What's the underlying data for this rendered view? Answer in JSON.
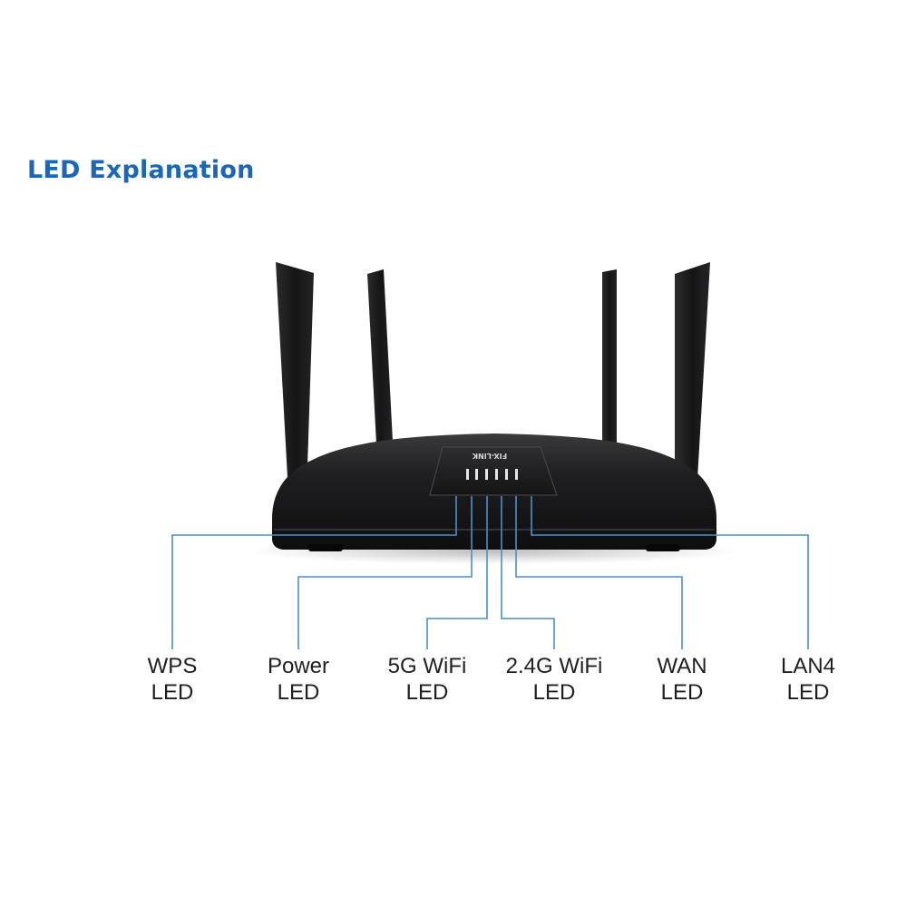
{
  "title": "LED Explanation",
  "brand": "FIX-LINK",
  "colors": {
    "title": "#1a66b8",
    "leader_lines": "#4a8fd0",
    "router_body": "#1c1c1e",
    "label_text": "#1f1f1f"
  },
  "leds": [
    {
      "line1": "WPS",
      "line2": "LED"
    },
    {
      "line1": "Power",
      "line2": "LED"
    },
    {
      "line1": "5G WiFi",
      "line2": "LED"
    },
    {
      "line1": "2.4G WiFi",
      "line2": "LED"
    },
    {
      "line1": "WAN",
      "line2": "LED"
    },
    {
      "line1": "LAN4",
      "line2": "LED"
    }
  ]
}
